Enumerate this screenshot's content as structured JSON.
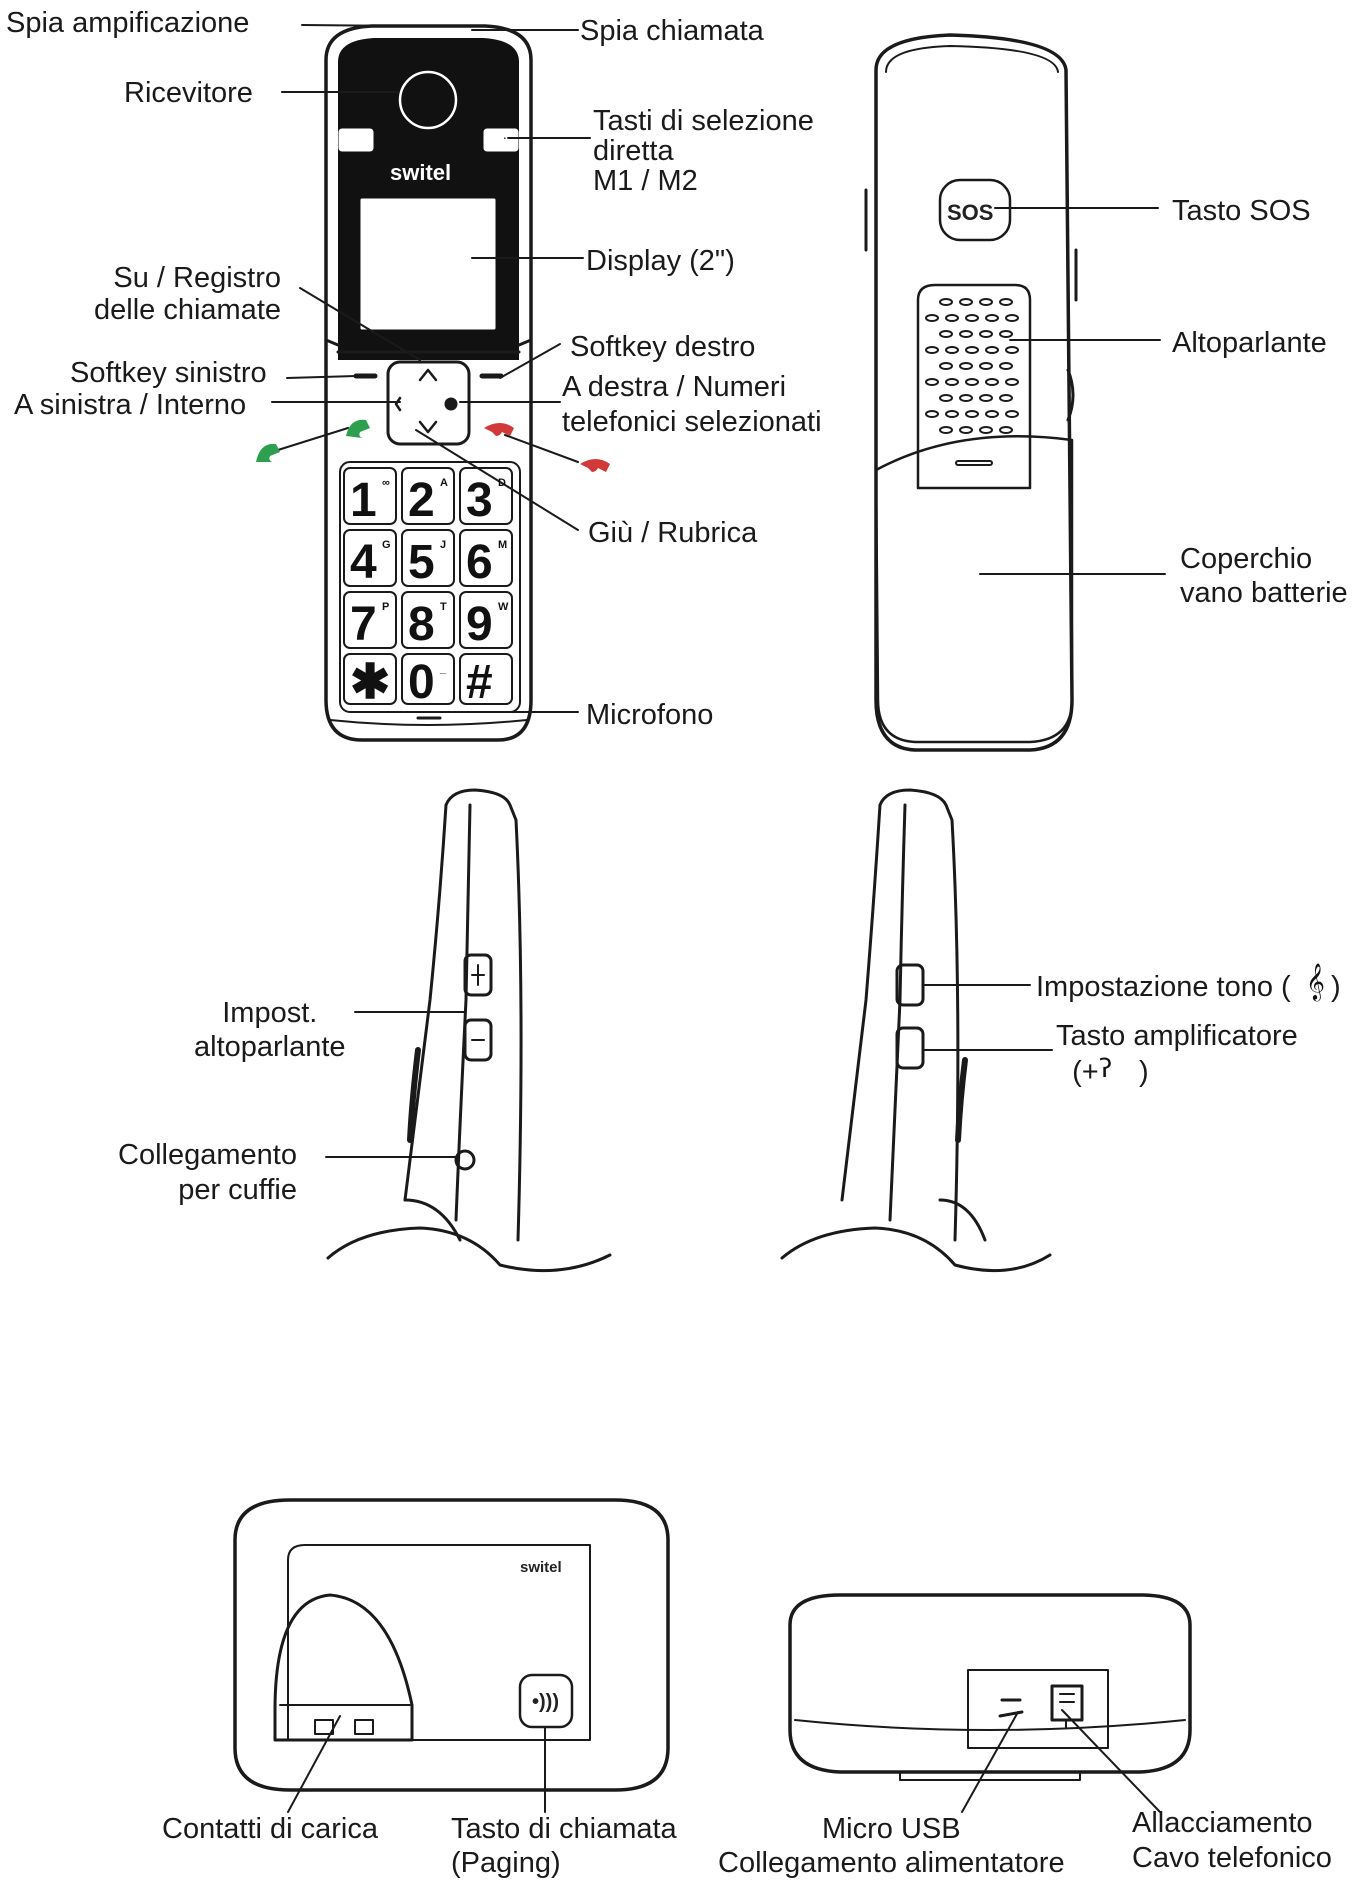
{
  "labels": {
    "spia_amplificazione": "Spia ampificazione",
    "spia_chiamata": "Spia chiamata",
    "ricevitore": "Ricevitore",
    "tasti_selezione": "Tasti di selezione\ndiretta\nM1 / M2",
    "display": "Display (2\")",
    "su_registro": "Su / Registro\ndelle chiamate",
    "softkey_sinistro": "Softkey sinistro",
    "a_sinistra_interno": "A sinistra / Interno",
    "softkey_destro": "Softkey destro",
    "a_destra_numeri": "A destra / Numeri\ntelefonici selezionati",
    "giu_rubrica": "Giù / Rubrica",
    "microfono": "Microfono",
    "tasto_sos": "Tasto SOS",
    "altoparlante": "Altoparlante",
    "coperchio": "Coperchio\nvano batterie",
    "impost_altoparlante": "Impost.\naltoparlante",
    "collegamento_cuffie": "Collegamento\nper cuffie",
    "impostazione_tono": "Impostazione tono (     )",
    "tasto_amplificatore": "Tasto amplificatore\n  (+     )",
    "contatti_carica": "Contatti di carica",
    "tasto_chiamata": "Tasto di chiamata\n(Paging)",
    "micro_usb": "Micro USB\nCollegamento alimentatore",
    "allacciamento": "Allacciamento\nCavo telefonico"
  },
  "device": {
    "brand": "switel",
    "m1": "M1",
    "m2": "M2",
    "sos": "SOS",
    "keys": [
      {
        "main": "1",
        "sub": "∞"
      },
      {
        "main": "2",
        "sub": "ABC"
      },
      {
        "main": "3",
        "sub": "DEF"
      },
      {
        "main": "4",
        "sub": "GHI"
      },
      {
        "main": "5",
        "sub": "JKL"
      },
      {
        "main": "6",
        "sub": "MNO"
      },
      {
        "main": "7",
        "sub": "PQRS"
      },
      {
        "main": "8",
        "sub": "TUV"
      },
      {
        "main": "9",
        "sub": "WXYZ"
      },
      {
        "main": "✱",
        "sub": ""
      },
      {
        "main": "0",
        "sub": "_"
      },
      {
        "main": "#",
        "sub": ""
      }
    ]
  },
  "colors": {
    "line": "#1a1a1a",
    "green": "#2e9e4f",
    "red": "#d23a3a"
  }
}
